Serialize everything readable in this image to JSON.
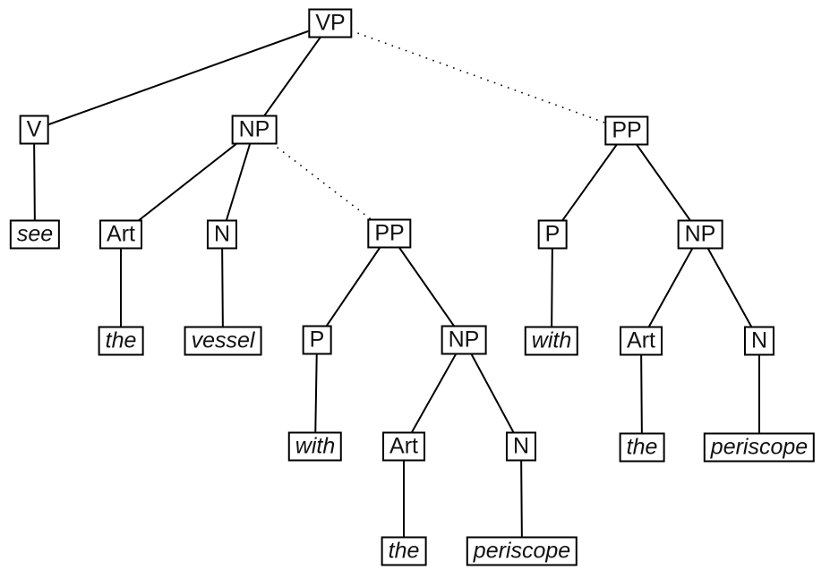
{
  "figure": {
    "type": "syntax-parse-tree",
    "background_color": "#ffffff",
    "line_color": "#000000",
    "nodes": {
      "vp": "VP",
      "v": "V",
      "np1": "NP",
      "pp_right": "PP",
      "see": "see",
      "art1": "Art",
      "n1": "N",
      "pp_mid": "PP",
      "p_right": "P",
      "np_right": "NP",
      "the1": "the",
      "vessel": "vessel",
      "p_mid": "P",
      "np_mid": "NP",
      "with_right": "with",
      "art_right": "Art",
      "n_right": "N",
      "with_mid": "with",
      "art2": "Art",
      "n2": "N",
      "the_right": "the",
      "periscope_right": "periscope",
      "the2": "the",
      "periscope_mid": "periscope"
    },
    "edges": [
      {
        "from": "vp",
        "to": "v",
        "style": "solid"
      },
      {
        "from": "vp",
        "to": "np1",
        "style": "solid"
      },
      {
        "from": "vp",
        "to": "pp_right",
        "style": "dotted"
      },
      {
        "from": "v",
        "to": "see",
        "style": "solid"
      },
      {
        "from": "np1",
        "to": "art1",
        "style": "solid"
      },
      {
        "from": "np1",
        "to": "n1",
        "style": "solid"
      },
      {
        "from": "np1",
        "to": "pp_mid",
        "style": "dotted"
      },
      {
        "from": "art1",
        "to": "the1",
        "style": "solid"
      },
      {
        "from": "n1",
        "to": "vessel",
        "style": "solid"
      },
      {
        "from": "pp_mid",
        "to": "p_mid",
        "style": "solid"
      },
      {
        "from": "pp_mid",
        "to": "np_mid",
        "style": "solid"
      },
      {
        "from": "p_mid",
        "to": "with_mid",
        "style": "solid"
      },
      {
        "from": "np_mid",
        "to": "art2",
        "style": "solid"
      },
      {
        "from": "np_mid",
        "to": "n2",
        "style": "solid"
      },
      {
        "from": "art2",
        "to": "the2",
        "style": "solid"
      },
      {
        "from": "n2",
        "to": "periscope_mid",
        "style": "solid"
      },
      {
        "from": "pp_right",
        "to": "p_right",
        "style": "solid"
      },
      {
        "from": "pp_right",
        "to": "np_right",
        "style": "solid"
      },
      {
        "from": "p_right",
        "to": "with_right",
        "style": "solid"
      },
      {
        "from": "np_right",
        "to": "art_right",
        "style": "solid"
      },
      {
        "from": "np_right",
        "to": "n_right",
        "style": "solid"
      },
      {
        "from": "art_right",
        "to": "the_right",
        "style": "solid"
      },
      {
        "from": "n_right",
        "to": "periscope_right",
        "style": "solid"
      }
    ]
  }
}
